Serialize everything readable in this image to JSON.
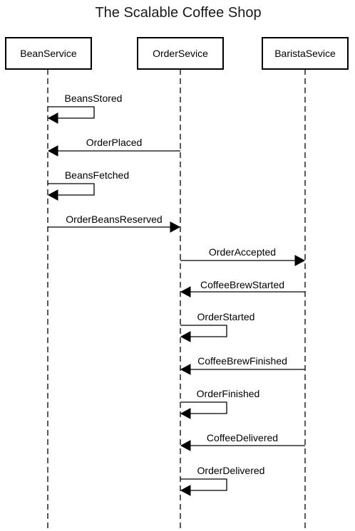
{
  "title": "The Scalable Coffee Shop",
  "participants": [
    {
      "label": "BeanService"
    },
    {
      "label": "OrderSevice"
    },
    {
      "label": "BaristaSevice"
    }
  ],
  "messages": [
    {
      "label": "BeansStored",
      "from": 0,
      "to": 0
    },
    {
      "label": "OrderPlaced",
      "from": 1,
      "to": 0
    },
    {
      "label": "BeansFetched",
      "from": 0,
      "to": 0
    },
    {
      "label": "OrderBeansReserved",
      "from": 0,
      "to": 1
    },
    {
      "label": "OrderAccepted",
      "from": 1,
      "to": 2
    },
    {
      "label": "CoffeeBrewStarted",
      "from": 2,
      "to": 1
    },
    {
      "label": "OrderStarted",
      "from": 1,
      "to": 1
    },
    {
      "label": "CoffeeBrewFinished",
      "from": 2,
      "to": 1
    },
    {
      "label": "OrderFinished",
      "from": 1,
      "to": 1
    },
    {
      "label": "CoffeeDelivered",
      "from": 2,
      "to": 1
    },
    {
      "label": "OrderDelivered",
      "from": 1,
      "to": 1
    }
  ]
}
